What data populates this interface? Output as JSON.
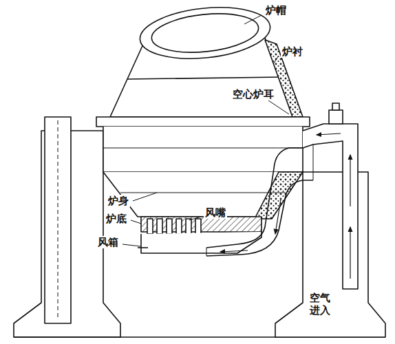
{
  "diagram": {
    "labels": [
      "炉帽",
      "炉衬",
      "空心炉耳",
      "炉身",
      "风嘴",
      "炉底",
      "风箱",
      "空气 进入"
    ]
  }
}
